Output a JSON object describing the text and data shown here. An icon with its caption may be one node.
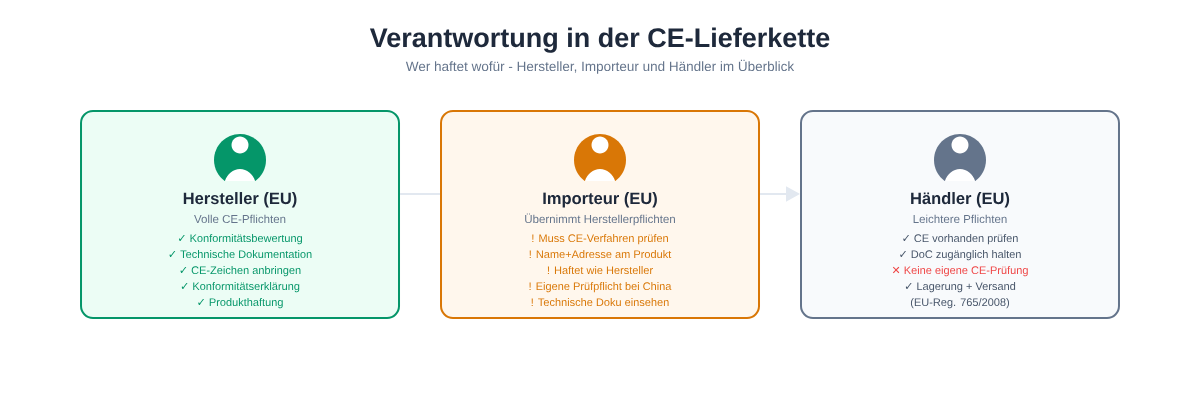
{
  "diagram": {
    "title": "Verantwortung in der CE-Lieferkette",
    "nodes": [
      {
        "text": [
          "Hersteller (EU)",
          "Volle CE-Pflichten",
          "✓ Konformitätsbewertung",
          "✓ Technische Dokumentation",
          "✓ CE-Zeichen anbringen",
          "✓ Konformitätserklärung",
          "✓ Produkthaftung"
        ]
      },
      {
        "text": [
          "Importeur (EU)",
          "Übernimmt Herstellerpflichten",
          "! Muss CE-Verfahren prüfen",
          "! Name+Adresse am Produkt",
          "! Haftet wie Hersteller",
          "! Eigene Prüfpflicht bei China",
          "! Technische Doku einsehen"
        ]
      },
      {
        "text": [
          "Händler (EU)",
          "Leichtere Pflichten",
          "✓ CE vorhanden prüfen",
          "✓ DoC zugänglich halten",
          "✕ Keine eigene CE-Prüfung",
          "✓ Lagerung + Versand",
          "(EU-Reg. 765/2008)"
        ]
      }
    ],
    "edges": [
      {
        "from": 0,
        "to": 1,
        "arrow": "none"
      },
      {
        "from": 1,
        "to": 2,
        "arrow": "to"
      }
    ],
    "labels": [
      "Wer haftet wofür - Hersteller, Importeur und Händler im Überblick"
    ]
  }
}
